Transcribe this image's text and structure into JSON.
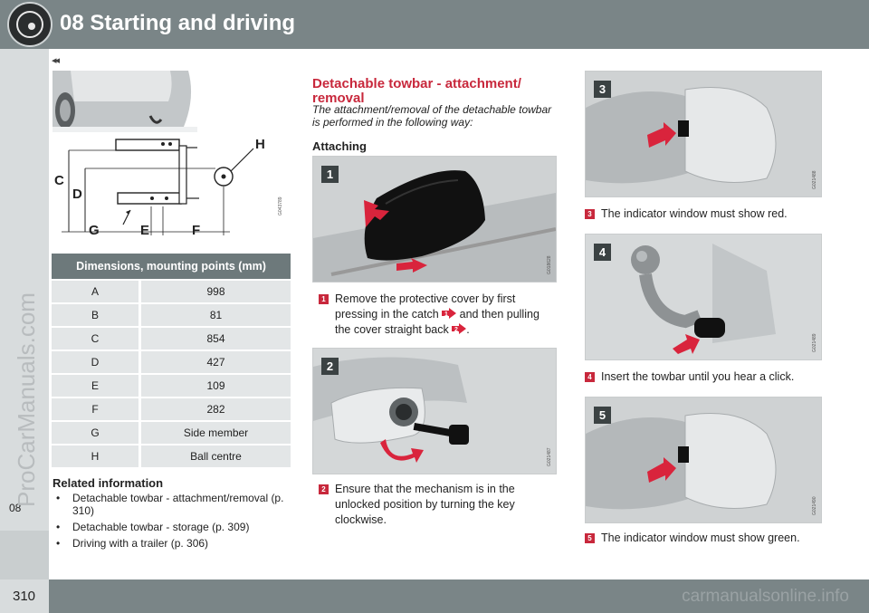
{
  "header": {
    "title": "08 Starting and driving"
  },
  "nav": {
    "prev_arrows": "◂◂"
  },
  "side": {
    "chapter": "08"
  },
  "watermark": "ProCarManuals.com",
  "footer": {
    "page_number": "310",
    "site": "carmanualsonline.info"
  },
  "figure1": {
    "labels": {
      "c": "C",
      "d": "D",
      "g": "G",
      "e": "E",
      "f": "F",
      "h": "H"
    },
    "code": "G043789"
  },
  "table": {
    "header": "Dimensions, mounting points (mm)",
    "rows": [
      {
        "key": "A",
        "value": "998"
      },
      {
        "key": "B",
        "value": "81"
      },
      {
        "key": "C",
        "value": "854"
      },
      {
        "key": "D",
        "value": "427"
      },
      {
        "key": "E",
        "value": "109"
      },
      {
        "key": "F",
        "value": "282"
      },
      {
        "key": "G",
        "value": "Side member"
      },
      {
        "key": "H",
        "value": "Ball centre"
      }
    ]
  },
  "related": {
    "heading": "Related information",
    "items": [
      "Detachable towbar - attachment/removal (p. 310)",
      "Detachable towbar - storage (p. 309)",
      "Driving with a trailer (p. 306)"
    ]
  },
  "section": {
    "title": "Detachable towbar - attachment/ removal",
    "intro": "The attachment/removal of the detachable towbar is performed in the following way:",
    "subheading": "Attaching"
  },
  "steps": [
    {
      "num": "1",
      "code": "G018628",
      "text_a": "Remove the protective cover by first pressing in the catch",
      "text_b": "and then pulling the cover straight back",
      "text_c": "."
    },
    {
      "num": "2",
      "code": "G021487",
      "text": "Ensure that the mechanism is in the unlocked position by turning the key clockwise."
    },
    {
      "num": "3",
      "code": "G021488",
      "text": "The indicator window must show red."
    },
    {
      "num": "4",
      "code": "G021489",
      "text": "Insert the towbar until you hear a click."
    },
    {
      "num": "5",
      "code": "G021490",
      "text": "The indicator window must show green."
    }
  ],
  "colors": {
    "accent_red": "#c8283c",
    "header_grey": "#7a8587",
    "table_header": "#6d797b"
  }
}
